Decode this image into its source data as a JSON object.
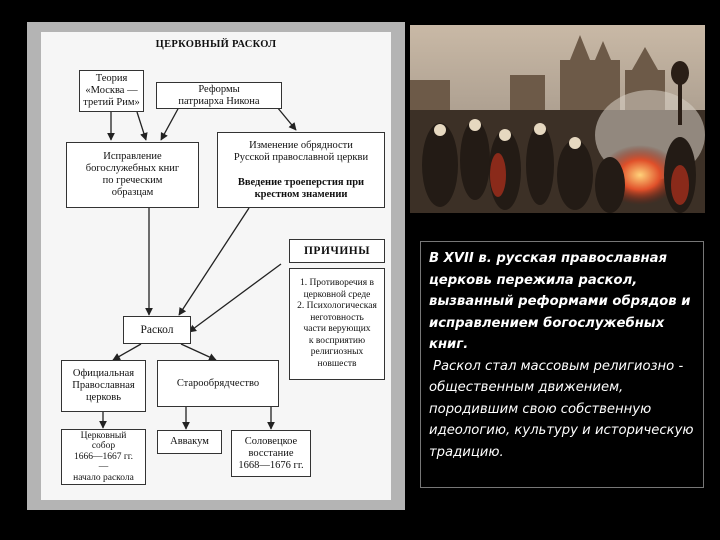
{
  "diagram": {
    "title": "ЦЕРКОВНЫЙ РАСКОЛ",
    "theory": [
      "Теория",
      "«Москва —",
      "третий Рим»"
    ],
    "reforms": [
      "Реформы",
      "патриарха Никона"
    ],
    "correction": [
      "Исправление",
      "богослужебных книг",
      "по греческим",
      "образцам"
    ],
    "ritual_change": [
      "Изменение обрядности",
      "Русской православной церкви"
    ],
    "three_finger": [
      "Введение троеперстия при",
      "крестном знамении"
    ],
    "causes_title": "ПРИЧИНЫ",
    "causes": [
      "1. Противоречия в",
      "церковной среде",
      "2. Психологическая",
      "неготовность",
      "части верующих",
      "к восприятию",
      "религиозных",
      "новшеств"
    ],
    "schism": "Раскол",
    "official_church": [
      "Официальная",
      "Православная",
      "церковь"
    ],
    "old_belief": "Старообрядчество",
    "council": [
      "Церковный",
      "собор",
      "1666—1667 гг.",
      "—",
      "начало раскола"
    ],
    "avvakum": "Аввакум",
    "solovki": [
      "Соловецкое",
      "восстание",
      "1668—1676 гг."
    ]
  },
  "caption": {
    "lead": "В XVII в. русская православная церковь пережила раскол, вызванный реформами обрядов и исправлением богослужебных книг.",
    "body": "Раскол стал массовым религиозно - общественным движением, породившим свою собственную идеологию, культуру и историческую традицию."
  }
}
